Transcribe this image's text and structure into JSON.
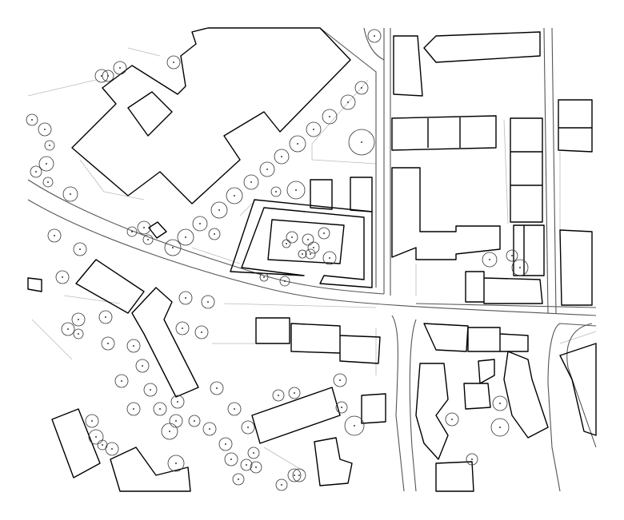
{
  "map": {
    "type": "site-plan",
    "colors": {
      "background": "#ffffff",
      "building": "#000000",
      "road": "#555555",
      "parcel": "#bbbbbb",
      "tree": "#333333"
    },
    "layers": [
      "buildings",
      "roads",
      "parcels",
      "trees"
    ]
  }
}
